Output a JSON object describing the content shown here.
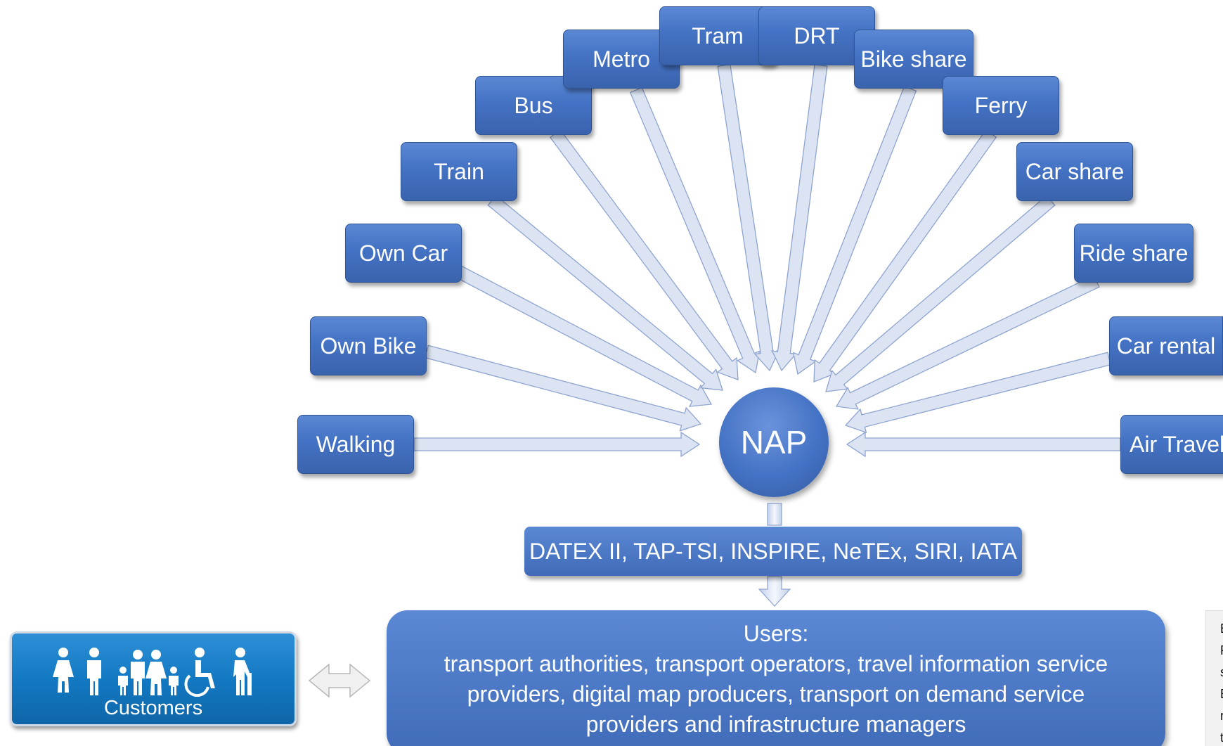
{
  "modes": {
    "walking": "Walking",
    "own_bike": "Own Bike",
    "own_car": "Own Car",
    "train": "Train",
    "bus": "Bus",
    "metro": "Metro",
    "tram": "Tram",
    "drt": "DRT",
    "bike_share": "Bike share",
    "ferry": "Ferry",
    "car_share": "Car share",
    "ride_share": "Ride share",
    "car_rental": "Car rental",
    "air_travel": "Air Travel"
  },
  "hub": {
    "label": "NAP"
  },
  "standards": {
    "label": "DATEX II, TAP-TSI, INSPIRE, NeTEx, SIRI, IATA"
  },
  "users": {
    "title": "Users:",
    "lines": [
      "transport authorities, transport operators, travel information service",
      "providers, digital map producers, transport on demand service",
      "providers and infrastructure managers"
    ]
  },
  "customers": {
    "label": "Customers"
  },
  "note": {
    "letters": [
      "E",
      "F",
      "s",
      "E",
      "r",
      "t"
    ]
  },
  "colors": {
    "box_fill": "#4472c4",
    "box_border": "#2f5597",
    "arrow_fill": "#dce4f3",
    "customers_fill": "#1379c3"
  }
}
